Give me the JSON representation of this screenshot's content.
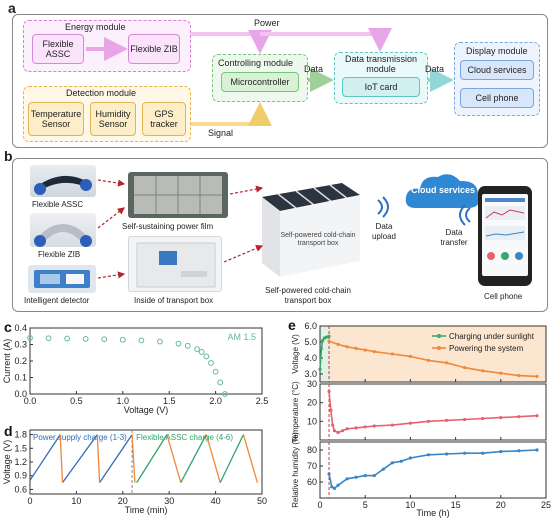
{
  "panel_a": {
    "label": "a",
    "energy_title": "Energy module",
    "flexible_assc": "Flexible ASSC",
    "flexible_zib": "Flexible ZIB",
    "power": "Power",
    "controlling_title": "Controlling module",
    "microcontroller": "Microcontroller",
    "data1": "Data",
    "transmission_title": "Data transmission module",
    "iot": "IoT card",
    "data2": "Data",
    "display_title": "Display module",
    "cloud": "Cloud services",
    "phone": "Cell phone",
    "detection_title": "Detection module",
    "temp_sensor": "Temperature Sensor",
    "humidity_sensor": "Humidity Sensor",
    "gps": "GPS tracker",
    "signal": "Signal"
  },
  "panel_b": {
    "label": "b",
    "flexible_assc": "Flexible ASSC",
    "flexible_zib": "Flexible ZIB",
    "detector": "Intelligent detector",
    "power_film": "Self-sustaining power film",
    "inside_box": "Inside of transport box",
    "box_sticker": "Self-powered cold-chain transport box",
    "box_caption": "Self-powered cold-chain transport box",
    "data_upload": "Data upload",
    "cloud": "Cloud services",
    "data_transfer": "Data transfer",
    "cell_phone": "Cell phone"
  },
  "chart_data": [
    {
      "id": "c",
      "type": "scatter",
      "panel_label": "c",
      "annotation": "AM 1.5",
      "xlabel": "Voltage (V)",
      "ylabel": "Current (A)",
      "xlim": [
        0,
        2.5
      ],
      "ylim": [
        0,
        0.4
      ],
      "xticks": [
        "0.0",
        "0.5",
        "1.0",
        "1.5",
        "2.0",
        "2.5"
      ],
      "yticks": [
        "0.0",
        "0.1",
        "0.2",
        "0.3",
        "0.4"
      ],
      "x": [
        0.0,
        0.2,
        0.4,
        0.6,
        0.8,
        1.0,
        1.2,
        1.4,
        1.6,
        1.7,
        1.8,
        1.85,
        1.9,
        1.95,
        2.0,
        2.05,
        2.1
      ],
      "y": [
        0.34,
        0.338,
        0.336,
        0.334,
        0.332,
        0.329,
        0.325,
        0.318,
        0.305,
        0.292,
        0.272,
        0.255,
        0.228,
        0.188,
        0.135,
        0.07,
        0.0
      ],
      "color": "#5fb8a6"
    },
    {
      "id": "d",
      "type": "line",
      "panel_label": "d",
      "annotations": [
        "Power supply charge (1-3)",
        "Flexible ASSC charge (4-6)"
      ],
      "xlabel": "Time (min)",
      "ylabel": "Voltage (V)",
      "xlim": [
        0,
        50
      ],
      "ylim": [
        0.5,
        1.9
      ],
      "xticks": [
        "0",
        "10",
        "20",
        "30",
        "40",
        "50"
      ],
      "yticks": [
        "0.6",
        "0.9",
        "1.2",
        "1.5",
        "1.8"
      ],
      "divider_x": 22,
      "series": [
        {
          "color": "#2f6db5",
          "segments": [
            [
              [
                0,
                0.8
              ],
              [
                6.5,
                1.8
              ]
            ],
            [
              [
                7,
                0.75
              ],
              [
                14.5,
                1.8
              ]
            ],
            [
              [
                15,
                0.75
              ],
              [
                22,
                1.8
              ]
            ]
          ]
        },
        {
          "color": "#f0883a",
          "segments": [
            [
              [
                6.5,
                1.8
              ],
              [
                7,
                0.75
              ]
            ],
            [
              [
                14.5,
                1.8
              ],
              [
                15,
                0.75
              ]
            ],
            [
              [
                22,
                1.8
              ],
              [
                22.6,
                0.75
              ]
            ],
            [
              [
                29.5,
                1.8
              ],
              [
                32.5,
                0.75
              ]
            ],
            [
              [
                38,
                1.8
              ],
              [
                41,
                0.75
              ]
            ],
            [
              [
                46,
                1.8
              ],
              [
                49,
                0.75
              ]
            ]
          ]
        },
        {
          "color": "#2ea56a",
          "segments": [
            [
              [
                23,
                0.75
              ],
              [
                29.5,
                1.8
              ]
            ],
            [
              [
                32.5,
                0.75
              ],
              [
                38,
                1.8
              ]
            ],
            [
              [
                41,
                0.75
              ],
              [
                46,
                1.8
              ]
            ]
          ]
        }
      ]
    },
    {
      "id": "e",
      "type": "line",
      "panel_label": "e",
      "xlabel": "Time (h)",
      "xlim": [
        0,
        25
      ],
      "xticks": [
        "0",
        "5",
        "10",
        "15",
        "20",
        "25"
      ],
      "marker_x": 1.0,
      "subplots": [
        {
          "ylabel": "Voltage (V)",
          "ylim": [
            2.5,
            6.0
          ],
          "yticks": [
            "3.0",
            "4.0",
            "5.0",
            "6.0"
          ],
          "legend": [
            "Charging under sunlight",
            "Powering the system"
          ],
          "series": [
            {
              "name": "Charging under sunlight",
              "color": "#3aa76d",
              "x": [
                0,
                0.15,
                0.3,
                0.5,
                0.7,
                0.9,
                1.0
              ],
              "y": [
                3.3,
                4.6,
                5.1,
                5.25,
                5.3,
                5.32,
                5.35
              ]
            },
            {
              "name": "Powering the system",
              "color": "#f0883a",
              "x": [
                1,
                2,
                3,
                4,
                5,
                6,
                8,
                10,
                12,
                14,
                16,
                18,
                20,
                22,
                24
              ],
              "y": [
                5.05,
                4.85,
                4.7,
                4.6,
                4.5,
                4.4,
                4.25,
                4.1,
                3.85,
                3.7,
                3.4,
                3.2,
                3.05,
                2.9,
                2.85
              ]
            }
          ]
        },
        {
          "ylabel": "Temperature (°C)",
          "ylim": [
            0,
            30
          ],
          "yticks": [
            "10",
            "20",
            "30"
          ],
          "series": [
            {
              "color": "#e8616e",
              "x": [
                1,
                1.2,
                1.4,
                1.6,
                2,
                2.5,
                3,
                4,
                5,
                6,
                8,
                10,
                12,
                14,
                16,
                18,
                20,
                22,
                24
              ],
              "y": [
                26,
                16,
                8,
                5,
                4,
                5,
                6,
                6.5,
                7,
                7.5,
                8,
                9,
                10,
                10.5,
                11,
                11.5,
                12,
                12.5,
                13
              ]
            }
          ]
        },
        {
          "ylabel": "Relative humidity (%)",
          "ylim": [
            50,
            85
          ],
          "yticks": [
            "60",
            "70",
            "80"
          ],
          "series": [
            {
              "color": "#3a85c4",
              "x": [
                1,
                1.3,
                1.6,
                2,
                3,
                4,
                5,
                6,
                7,
                8,
                9,
                10,
                12,
                14,
                16,
                18,
                20,
                22,
                24
              ],
              "y": [
                65,
                57,
                56,
                58,
                62,
                63,
                64,
                64,
                68,
                72,
                73,
                75,
                77,
                77.5,
                78,
                78,
                79,
                79.5,
                80
              ]
            }
          ]
        }
      ]
    }
  ]
}
